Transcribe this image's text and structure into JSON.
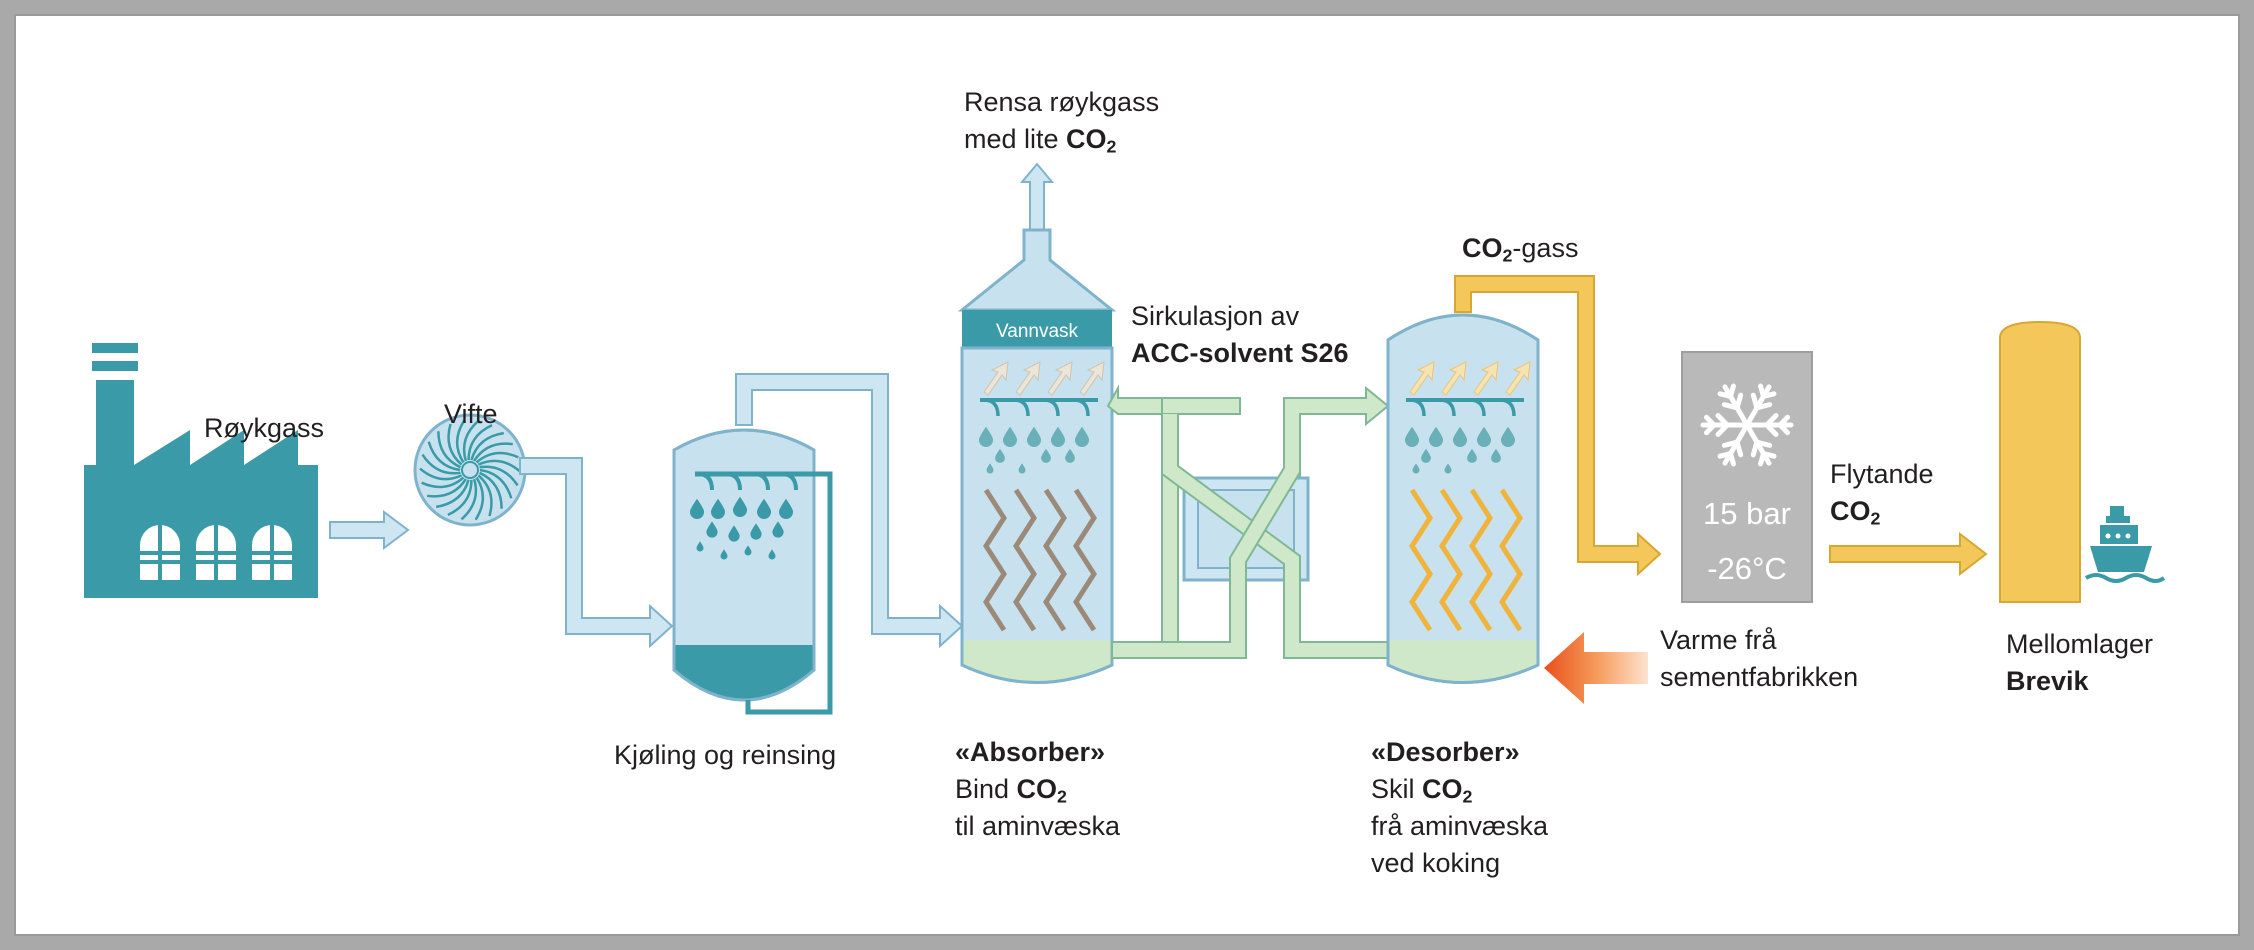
{
  "colors": {
    "teal": "#3a9aa7",
    "light_blue": "#c7e2ee",
    "pipe_blue": "#cde6f2",
    "pipe_blue_edge": "#7fb3cc",
    "green": "#cfe8c9",
    "green_edge": "#7fb894",
    "yellow": "#f3c75a",
    "yellow_edge": "#d9a632",
    "orange": "#ee6a24",
    "brown_zigzag": "#9b8a7a",
    "orange_zigzag": "#f0b33c",
    "grey_box": "#b9b9b9"
  },
  "icons": [
    "factory-icon",
    "fan-icon",
    "snowflake-icon",
    "ship-icon"
  ],
  "labels": {
    "flue_gas": "Røykgass",
    "fan": "Vifte",
    "cooling": "Kjøling og reinsing",
    "clean_gas_line1": "Rensa røykgass",
    "clean_gas_line2_pre": "med lite ",
    "co2_co": "CO",
    "co2_sub": "2",
    "water_wash": "Vannvask",
    "circ_line1": "Sirkulasjon av",
    "circ_line2": "ACC-solvent S26",
    "absorber_title": "«Absorber»",
    "absorber_line2_pre": "Bind ",
    "absorber_line3": "til aminvæska",
    "co2_gas_suffix": "-gass",
    "desorber_title": "«Desorber»",
    "desorber_line2_pre": "Skil ",
    "desorber_line3": "frå aminvæska",
    "desorber_line4": "ved koking",
    "heat_line1": "Varme frå",
    "heat_line2": "sementfabrikken",
    "pressure": "15 bar",
    "temperature": "-26°C",
    "liquid": "Flytande",
    "storage_line1": "Mellomlager",
    "storage_line2": "Brevik"
  }
}
